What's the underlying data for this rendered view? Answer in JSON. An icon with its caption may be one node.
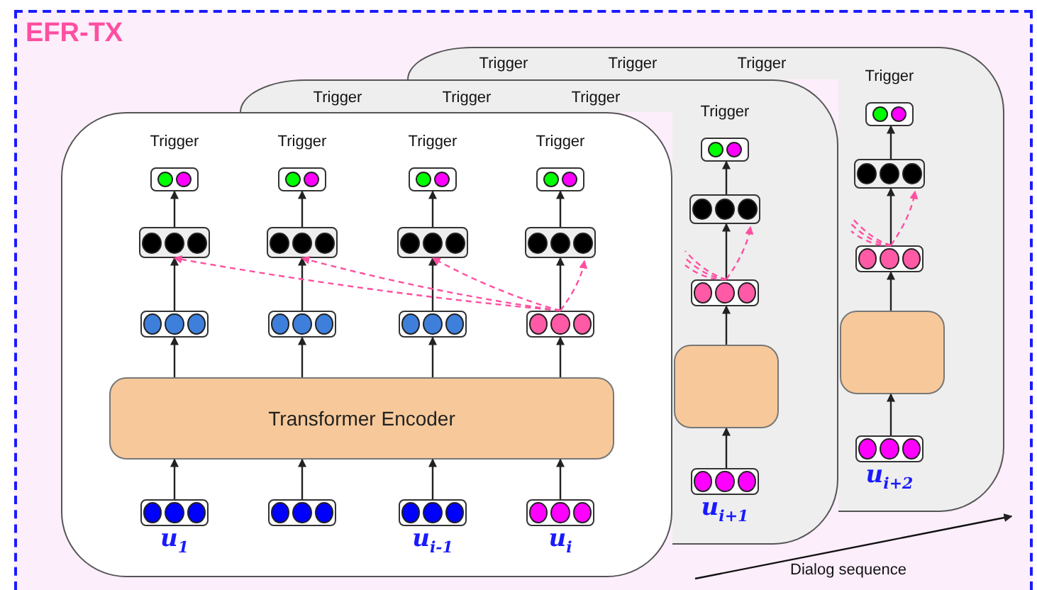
{
  "diagram": {
    "nodes": [
      {
        "text": [
          "EFR-TX"
        ]
      },
      {
        "text": [],
        "shape": "box",
        "in": 0
      },
      {
        "text": [],
        "shape": "box",
        "in": 0
      },
      {
        "text": [],
        "shape": "box",
        "in": 0
      },
      {
        "text": [
          "Trigger"
        ],
        "in": 3
      },
      {
        "text": [
          "Trigger"
        ],
        "in": 3
      },
      {
        "text": [
          "Trigger"
        ],
        "in": 3
      },
      {
        "text": [
          "Trigger"
        ],
        "in": 3
      },
      {
        "text": [],
        "shape": "box",
        "in": 3
      },
      {
        "text": [],
        "shape": "box",
        "in": 3
      },
      {
        "text": [],
        "shape": "box",
        "in": 3
      },
      {
        "text": [],
        "shape": "box",
        "in": 3
      },
      {
        "text": [],
        "shape": "box",
        "in": 3
      },
      {
        "text": [],
        "shape": "box",
        "in": 3
      },
      {
        "text": [],
        "shape": "box",
        "in": 3
      },
      {
        "text": [],
        "shape": "box",
        "in": 3
      },
      {
        "text": [
          "Transformer Encoder"
        ],
        "in": 3
      },
      {
        "text": [],
        "shape": "box",
        "in": 3,
        "beside": [
          "u$_{1}$"
        ]
      },
      {
        "text": [],
        "shape": "box",
        "in": 3
      },
      {
        "text": [],
        "shape": "box",
        "in": 3,
        "beside": [
          "u$_{i-1}$"
        ]
      },
      {
        "text": [],
        "shape": "box",
        "in": 3,
        "beside": [
          "u$_{i}$"
        ]
      },
      {
        "text": [
          "Trigger"
        ],
        "in": 2
      },
      {
        "text": [],
        "shape": "box",
        "in": 2
      },
      {
        "text": [],
        "shape": "box",
        "in": 2
      },
      {
        "text": [],
        "shape": "box",
        "in": 2
      },
      {
        "text": [],
        "shape": "box",
        "in": 2,
        "beside": [
          "u$_{i+1}$"
        ]
      },
      {
        "text": [
          "Trigger"
        ],
        "in": 1
      },
      {
        "text": [],
        "shape": "box",
        "in": 1
      },
      {
        "text": [],
        "shape": "box",
        "in": 1
      },
      {
        "text": [],
        "shape": "box",
        "in": 1
      },
      {
        "text": [],
        "shape": "box",
        "in": 1,
        "beside": [
          "u$_{i+2}$"
        ]
      }
    ],
    "edges": [
      {
        "from": 17,
        "to": 16,
        "arrow": "to"
      },
      {
        "from": 18,
        "to": 16,
        "arrow": "to"
      },
      {
        "from": 19,
        "to": 16,
        "arrow": "to"
      },
      {
        "from": 20,
        "to": 16,
        "arrow": "to"
      },
      {
        "from": 16,
        "to": 12,
        "arrow": "to"
      },
      {
        "from": 16,
        "to": 13,
        "arrow": "to"
      },
      {
        "from": 16,
        "to": 14,
        "arrow": "to"
      },
      {
        "from": 16,
        "to": 15,
        "arrow": "to"
      },
      {
        "from": 12,
        "to": 8,
        "arrow": "to"
      },
      {
        "from": 13,
        "to": 9,
        "arrow": "to"
      },
      {
        "from": 14,
        "to": 10,
        "arrow": "to"
      },
      {
        "from": 15,
        "to": 11,
        "arrow": "to"
      },
      {
        "from": 8,
        "to": 4,
        "arrow": "to"
      },
      {
        "from": 9,
        "to": 5,
        "arrow": "to"
      },
      {
        "from": 10,
        "to": 6,
        "arrow": "to"
      },
      {
        "from": 11,
        "to": 7,
        "arrow": "to"
      },
      {
        "from": 15,
        "to": 8,
        "arrow": "to",
        "style": "dashed",
        "color": "#ff4fa0"
      },
      {
        "from": 15,
        "to": 9,
        "arrow": "to",
        "style": "dashed",
        "color": "#ff4fa0"
      },
      {
        "from": 15,
        "to": 10,
        "arrow": "to",
        "style": "dashed",
        "color": "#ff4fa0"
      },
      {
        "from": 15,
        "to": 11,
        "arrow": "to",
        "style": "dashed",
        "color": "#ff4fa0"
      },
      {
        "from": 25,
        "to": 24,
        "arrow": "to"
      },
      {
        "from": 24,
        "to": 23,
        "arrow": "to"
      },
      {
        "from": 23,
        "to": 22,
        "arrow": "to"
      },
      {
        "from": 22,
        "to": 21,
        "arrow": "to"
      },
      {
        "from": 23,
        "to": null,
        "arrow": "none",
        "style": "dashed",
        "color": "#ff4fa0"
      },
      {
        "from": 23,
        "to": null,
        "arrow": "none",
        "style": "dashed",
        "color": "#ff4fa0"
      },
      {
        "from": 23,
        "to": null,
        "arrow": "none",
        "style": "dashed",
        "color": "#ff4fa0"
      },
      {
        "from": 23,
        "to": 22,
        "arrow": "to",
        "style": "dashed",
        "color": "#ff4fa0"
      },
      {
        "from": 30,
        "to": 29,
        "arrow": "to"
      },
      {
        "from": 29,
        "to": 28,
        "arrow": "to"
      },
      {
        "from": 28,
        "to": 27,
        "arrow": "to"
      },
      {
        "from": 27,
        "to": 26,
        "arrow": "to"
      },
      {
        "from": 28,
        "to": null,
        "arrow": "none",
        "style": "dashed",
        "color": "#ff4fa0"
      },
      {
        "from": 28,
        "to": null,
        "arrow": "none",
        "style": "dashed",
        "color": "#ff4fa0"
      },
      {
        "from": 28,
        "to": null,
        "arrow": "none",
        "style": "dashed",
        "color": "#ff4fa0"
      },
      {
        "from": 28,
        "to": 27,
        "arrow": "to",
        "style": "dashed",
        "color": "#ff4fa0"
      }
    ],
    "labels": [
      "Trigger",
      "Trigger",
      "Trigger",
      "Trigger",
      "Trigger",
      "Trigger",
      "Dialog sequence"
    ]
  }
}
